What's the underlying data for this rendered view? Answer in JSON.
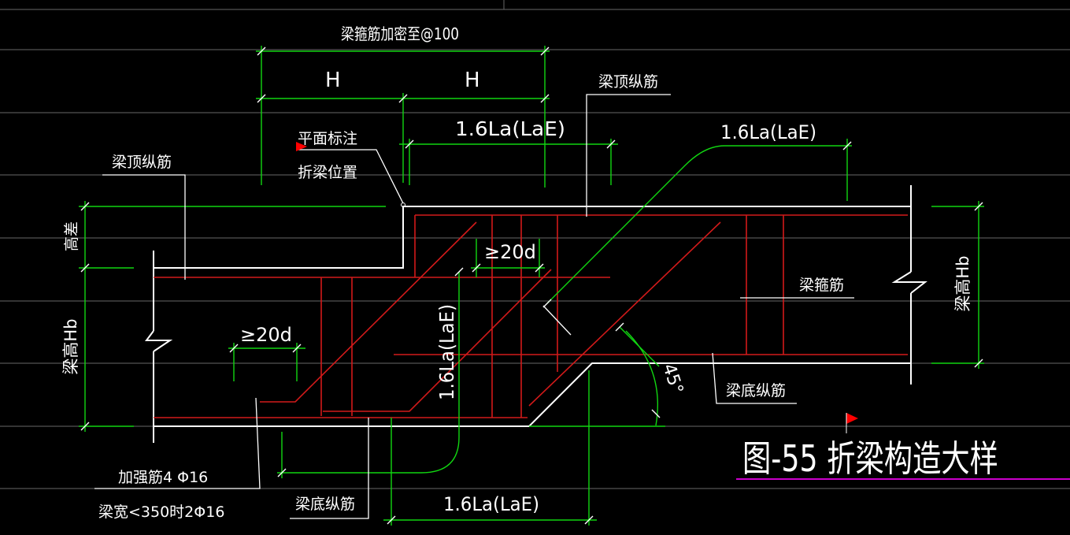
{
  "labels": {
    "stirrup_dense": "梁箍筋加密至@100",
    "h_left": "H",
    "h_right": "H",
    "top_bar_right": "梁顶纵筋",
    "top_bar_left": "梁顶纵筋",
    "plan_note_1": "平面标注",
    "plan_note_2": "折梁位置",
    "la_top_mid": "1.6La(LaE)",
    "la_top_right": "1.6La(LaE)",
    "height_diff": "高差",
    "beam_h_left": "梁高Hb",
    "beam_h_right": "梁高Hb",
    "ge20d_mid": "≥20d",
    "ge20d_left": "≥20d",
    "la_vertical": "1.6La(LaE)",
    "stirrup": "梁箍筋",
    "angle": "45°",
    "bottom_bar_right": "梁底纵筋",
    "bottom_bar_left": "梁底纵筋",
    "reinforce_1": "加强筋4 Φ16",
    "reinforce_2": "梁宽<350时2Φ16",
    "la_bottom": "1.6La(LaE)",
    "figure_title": "图-55  折梁构造大样"
  },
  "colors": {
    "background": "#000000",
    "outline": "#ffffff",
    "rebar": "#d21a1a",
    "dimension": "#11d611",
    "gridline": "#8a8a8a",
    "title_underline": "#cc00cc",
    "marker": "#ff0000"
  }
}
